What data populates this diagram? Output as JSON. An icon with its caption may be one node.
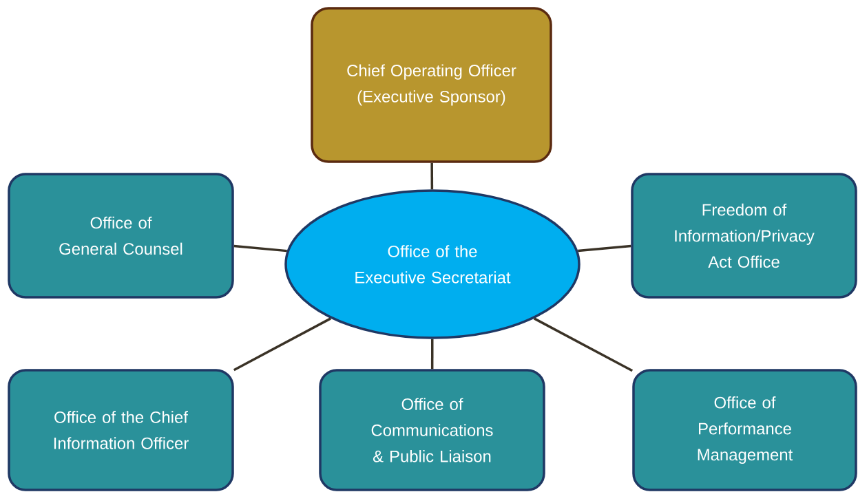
{
  "diagram": {
    "nodes": [
      {
        "text": [
          "Chief Operating Officer (Executive Sponsor)"
        ]
      },
      {
        "text": [
          "Office of General Counsel"
        ]
      },
      {
        "text": [
          "Office of the Executive Secretariat"
        ]
      },
      {
        "text": [
          "Freedom of Information/Privacy Act Office"
        ]
      },
      {
        "text": [
          "Office of the Chief Information Officer"
        ]
      },
      {
        "text": [
          "Office of Communications & Public Liaison"
        ]
      },
      {
        "text": [
          "Office of Performance Management"
        ]
      }
    ],
    "edges": [
      {
        "from": 0,
        "to": 2,
        "arrow": "none"
      },
      {
        "from": 1,
        "to": 2,
        "arrow": "none"
      },
      {
        "from": 2,
        "to": 3,
        "arrow": "none"
      },
      {
        "from": 2,
        "to": 4,
        "arrow": "none"
      },
      {
        "from": 2,
        "to": 5,
        "arrow": "none"
      },
      {
        "from": 2,
        "to": 6,
        "arrow": "none"
      }
    ]
  }
}
